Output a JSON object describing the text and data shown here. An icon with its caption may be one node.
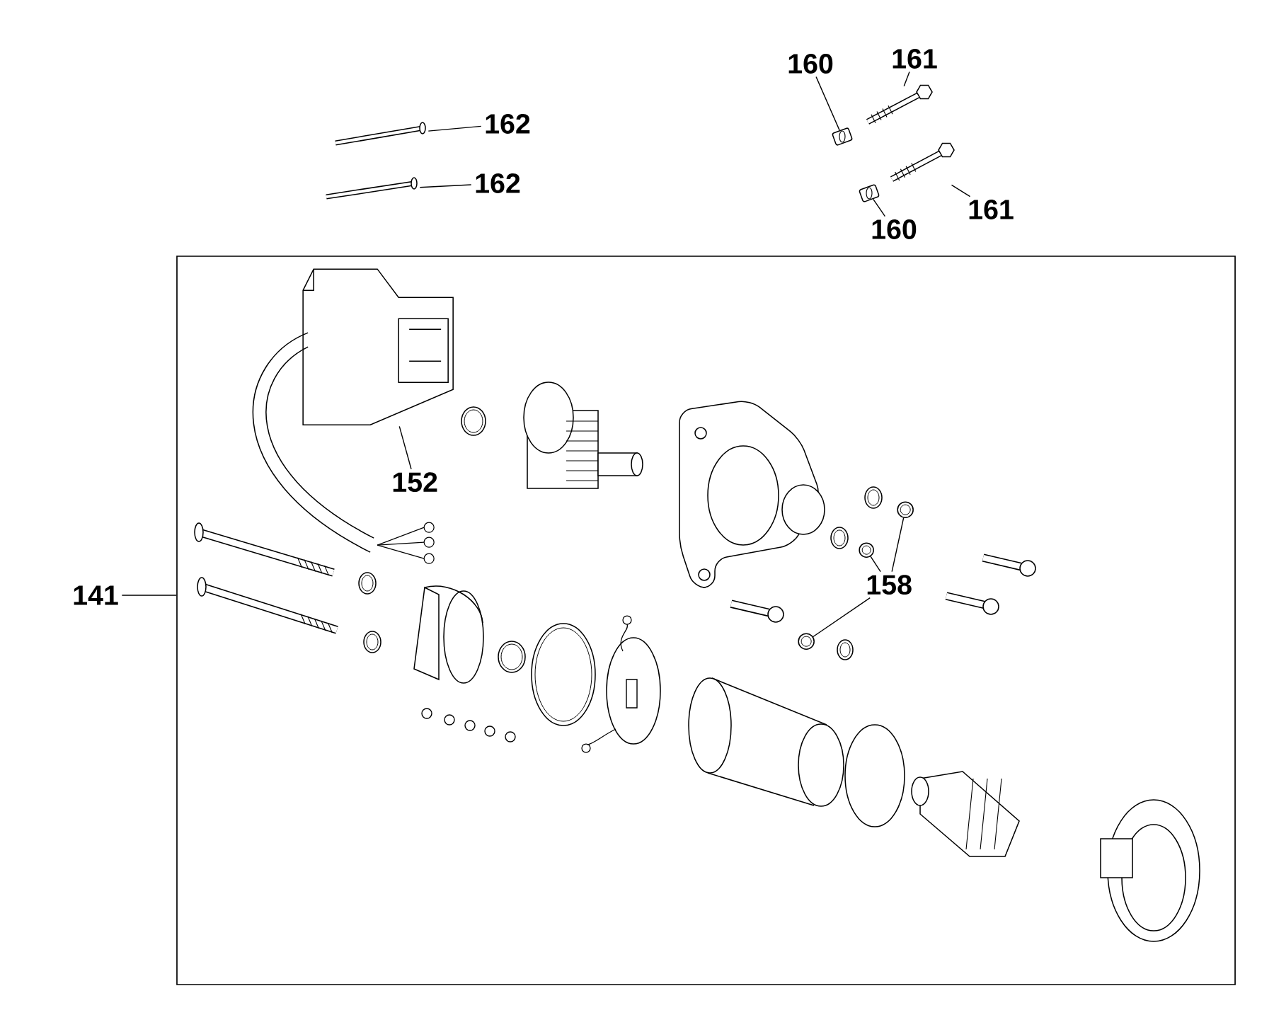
{
  "diagram": {
    "nodes": [
      {
        "text": [
          "160"
        ]
      },
      {
        "text": [
          "161"
        ]
      },
      {
        "text": [
          "162"
        ]
      },
      {
        "text": [],
        "shape": "cylinder"
      },
      {
        "text": [],
        "shape": "picture"
      },
      {
        "text": [],
        "shape": "picture"
      },
      {
        "text": [],
        "shape": "picture"
      },
      {
        "text": [],
        "shape": "picture"
      },
      {
        "text": [
          "162"
        ]
      },
      {
        "text": [],
        "shape": "cylinder"
      },
      {
        "text": [
          "161"
        ]
      },
      {
        "text": [
          "160"
        ]
      },
      {
        "text": [],
        "shape": "box"
      },
      {
        "text": [],
        "shape": "picture",
        "in": 12
      },
      {
        "text": [
          "152"
        ],
        "in": 12
      },
      {
        "text": [],
        "shape": "circle",
        "in": 12
      },
      {
        "text": [],
        "shape": "circle",
        "in": 12
      },
      {
        "text": [
          "158"
        ],
        "in": 12
      },
      {
        "text": [],
        "shape": "circle",
        "in": 12
      },
      {
        "text": [
          "141"
        ]
      }
    ],
    "edges": [
      {
        "from": 0,
        "to": 3,
        "arrow": "none"
      },
      {
        "from": 1,
        "to": 4,
        "arrow": "none"
      },
      {
        "from": 2,
        "to": 5,
        "arrow": "none"
      },
      {
        "from": 8,
        "to": 7,
        "arrow": "none"
      },
      {
        "from": 11,
        "to": 9,
        "arrow": "none"
      },
      {
        "from": 10,
        "to": 6,
        "arrow": "none"
      },
      {
        "from": 14,
        "to": 13,
        "arrow": "none"
      },
      {
        "from": 17,
        "to": 15,
        "arrow": "none"
      },
      {
        "from": 17,
        "to": 16,
        "arrow": "none"
      },
      {
        "from": 17,
        "to": 18,
        "arrow": "none"
      },
      {
        "from": 19,
        "to": 12,
        "arrow": "none"
      }
    ]
  }
}
